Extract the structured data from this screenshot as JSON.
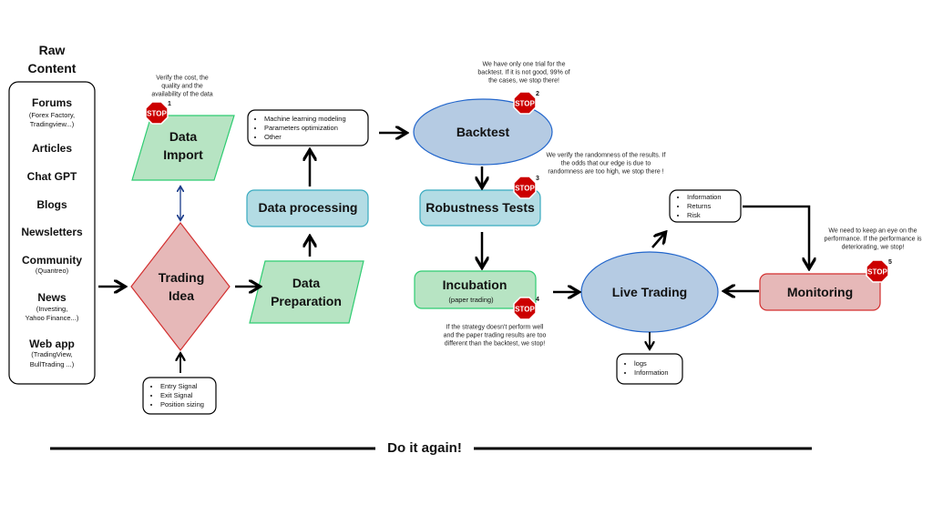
{
  "raw_content": {
    "title_line1": "Raw",
    "title_line2": "Content",
    "items": [
      {
        "label": "Forums",
        "sub1": "(Forex Factory,",
        "sub2": "Tradingview...)"
      },
      {
        "label": "Articles"
      },
      {
        "label": "Chat GPT"
      },
      {
        "label": "Blogs"
      },
      {
        "label": "Newsletters"
      },
      {
        "label": "Community",
        "sub1": "(Quantreo)"
      },
      {
        "label": "News",
        "sub1": "(Investing,",
        "sub2": "Yahoo Finance...)"
      },
      {
        "label": "Web app",
        "sub1": "(TradingView,",
        "sub2": "BullTrading ...)"
      }
    ]
  },
  "stop_label": "STOP",
  "nodes": {
    "data_import": {
      "line1": "Data",
      "line2": "Import",
      "note": [
        "Verify the cost, the",
        "quality and the",
        "availability of the data"
      ],
      "stop_num": "1"
    },
    "trading_idea": {
      "line1": "Trading",
      "line2": "Idea"
    },
    "idea_inputs": [
      "Entry Signal",
      "Exit Signal",
      "Position sizing"
    ],
    "data_preparation": {
      "line1": "Data",
      "line2": "Preparation"
    },
    "data_processing": {
      "label": "Data processing"
    },
    "processing_items": [
      "Machine learning modeling",
      "Parameters optimization",
      "Other"
    ],
    "backtest": {
      "label": "Backtest",
      "note": [
        "We have only one trial for the",
        "backtest. If it is not good, 99% of",
        "the cases, we stop there!"
      ],
      "stop_num": "2"
    },
    "robustness": {
      "label": "Robustness Tests",
      "note": [
        "We verify the randomness of the results. If",
        "the odds that our edge is due to",
        "randomness are too high, we stop there !"
      ],
      "stop_num": "3"
    },
    "incubation": {
      "label": "Incubation",
      "sub": "(paper trading)",
      "note": [
        "If the strategy doesn't perform well",
        "and the paper trading results are too",
        "different than the backtest, we stop!"
      ],
      "stop_num": "4"
    },
    "live_trading": {
      "label": "Live Trading"
    },
    "live_outputs": [
      "logs",
      "Information"
    ],
    "live_metrics": [
      "Information",
      "Returns",
      "Risk"
    ],
    "monitoring": {
      "label": "Monitoring",
      "note": [
        "We need to keep an eye on the",
        "performance. If the performance is",
        "deteriorating, we stop!"
      ],
      "stop_num": "5"
    }
  },
  "footer": {
    "label": "Do it again!"
  },
  "colors": {
    "green_fill": "#b7e4c3",
    "green_stroke": "#2ecc71",
    "red_fill": "#e6b8b8",
    "red_stroke": "#d32f2f",
    "blue_fill": "#b5cbe3",
    "blue_stroke": "#2266cc",
    "teal_fill": "#b3dce4",
    "teal_stroke": "#38aabf",
    "stop_red": "#cc0000"
  }
}
